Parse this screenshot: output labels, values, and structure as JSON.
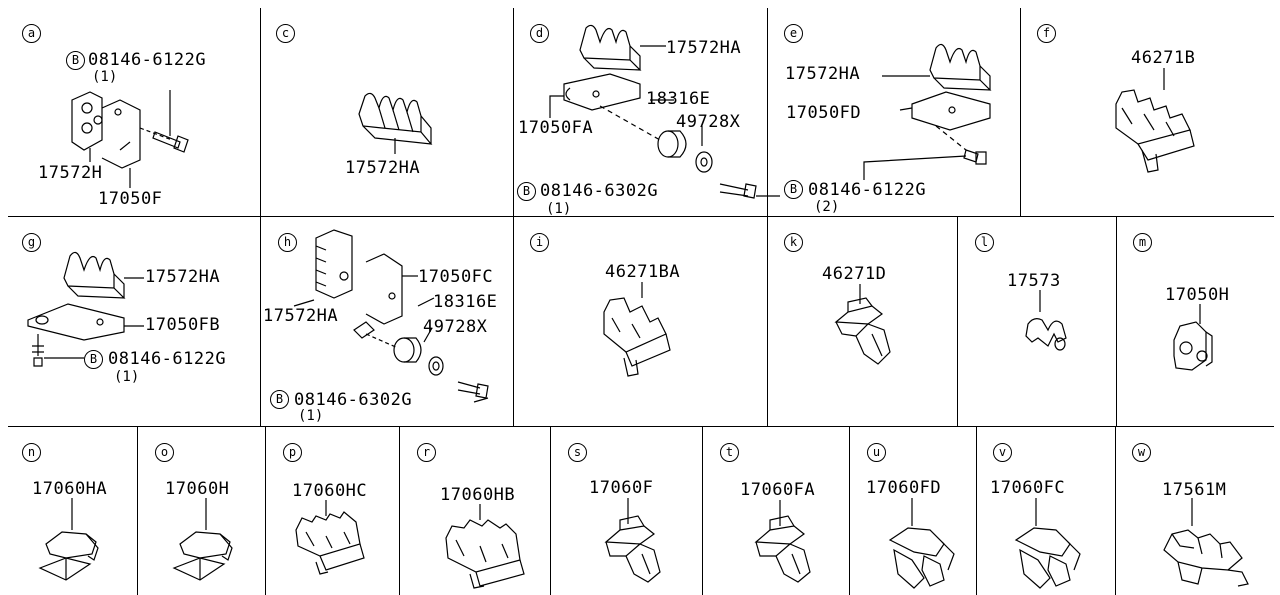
{
  "sections": {
    "a": {
      "letter": "a",
      "bolt_prefix": "B",
      "bolt": "08146-6122G",
      "qty": "(1)",
      "parts": [
        "17572H",
        "17050F"
      ]
    },
    "c": {
      "letter": "c",
      "parts": [
        "17572HA"
      ]
    },
    "d": {
      "letter": "d",
      "bolt_prefix": "B",
      "bolt": "08146-6302G",
      "qty": "(1)",
      "parts": [
        "17572HA",
        "18316E",
        "17050FA",
        "49728X"
      ]
    },
    "e": {
      "letter": "e",
      "bolt_prefix": "B",
      "bolt": "08146-6122G",
      "qty": "(2)",
      "parts": [
        "17572HA",
        "17050FD"
      ]
    },
    "f": {
      "letter": "f",
      "parts": [
        "46271B"
      ]
    },
    "g": {
      "letter": "g",
      "bolt_prefix": "B",
      "bolt": "08146-6122G",
      "qty": "(1)",
      "parts": [
        "17572HA",
        "17050FB"
      ]
    },
    "h": {
      "letter": "h",
      "bolt_prefix": "B",
      "bolt": "08146-6302G",
      "qty": "(1)",
      "parts": [
        "17050FC",
        "18316E",
        "17572HA",
        "49728X"
      ]
    },
    "i": {
      "letter": "i",
      "parts": [
        "46271BA"
      ]
    },
    "k": {
      "letter": "k",
      "parts": [
        "46271D"
      ]
    },
    "l": {
      "letter": "l",
      "parts": [
        "17573"
      ]
    },
    "m": {
      "letter": "m",
      "parts": [
        "17050H"
      ]
    },
    "n": {
      "letter": "n",
      "parts": [
        "17060HA"
      ]
    },
    "o": {
      "letter": "o",
      "parts": [
        "17060H"
      ]
    },
    "p": {
      "letter": "p",
      "parts": [
        "17060HC"
      ]
    },
    "r": {
      "letter": "r",
      "parts": [
        "17060HB"
      ]
    },
    "s": {
      "letter": "s",
      "parts": [
        "17060F"
      ]
    },
    "t": {
      "letter": "t",
      "parts": [
        "17060FA"
      ]
    },
    "u": {
      "letter": "u",
      "parts": [
        "17060FD"
      ]
    },
    "v": {
      "letter": "v",
      "parts": [
        "17060FC"
      ]
    },
    "w": {
      "letter": "w",
      "parts": [
        "17561M"
      ]
    }
  }
}
